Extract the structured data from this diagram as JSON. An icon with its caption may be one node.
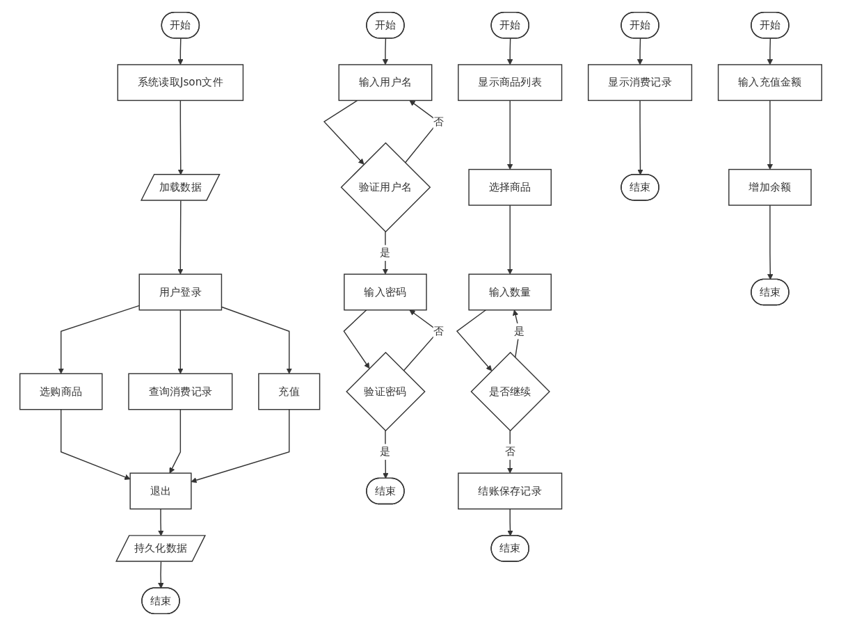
{
  "diagram": {
    "nodes": [
      {
        "text": [
          "开始"
        ]
      },
      {
        "text": [
          "系统读取Json文件"
        ]
      },
      {
        "text": [
          "加载数据"
        ]
      },
      {
        "text": [
          "用户登录"
        ]
      },
      {
        "text": [
          "选购商品"
        ]
      },
      {
        "text": [
          "查询消费记录"
        ]
      },
      {
        "text": [
          "充值"
        ]
      },
      {
        "text": [
          "退出"
        ]
      },
      {
        "text": [
          "持久化数据"
        ]
      },
      {
        "text": [
          "结束"
        ]
      },
      {
        "text": [
          "开始"
        ]
      },
      {
        "text": [
          "输入用户名"
        ]
      },
      {
        "text": [
          "验证用户名"
        ]
      },
      {
        "text": [
          "输入密码"
        ]
      },
      {
        "text": [
          "验证密码"
        ]
      },
      {
        "text": [
          "结束"
        ]
      },
      {
        "text": [
          "开始"
        ]
      },
      {
        "text": [
          "显示商品列表"
        ]
      },
      {
        "text": [
          "选择商品"
        ]
      },
      {
        "text": [
          "输入数量"
        ]
      },
      {
        "text": [
          "是否继续"
        ]
      },
      {
        "text": [
          "结账保存记录"
        ]
      },
      {
        "text": [
          "结束"
        ]
      },
      {
        "text": [
          "开始"
        ]
      },
      {
        "text": [
          "显示消费记录"
        ]
      },
      {
        "text": [
          "结束"
        ]
      },
      {
        "text": [
          "开始"
        ]
      },
      {
        "text": [
          "输入充值金额"
        ]
      },
      {
        "text": [
          "增加余额"
        ]
      },
      {
        "text": [
          "结束"
        ]
      }
    ],
    "edges": [
      {
        "from": 0,
        "to": 1,
        "arrow": "to"
      },
      {
        "from": 1,
        "to": 2,
        "arrow": "to"
      },
      {
        "from": 2,
        "to": 3,
        "arrow": "to"
      },
      {
        "from": 3,
        "to": 4,
        "arrow": "to"
      },
      {
        "from": 3,
        "to": 5,
        "arrow": "to"
      },
      {
        "from": 3,
        "to": 6,
        "arrow": "to"
      },
      {
        "from": 4,
        "to": 7,
        "arrow": "to"
      },
      {
        "from": 5,
        "to": 7,
        "arrow": "to"
      },
      {
        "from": 6,
        "to": 7,
        "arrow": "to"
      },
      {
        "from": 7,
        "to": 8,
        "arrow": "to"
      },
      {
        "from": 8,
        "to": 9,
        "arrow": "to"
      },
      {
        "from": 10,
        "to": 11,
        "arrow": "to"
      },
      {
        "from": 11,
        "to": 12,
        "arrow": "to"
      },
      {
        "from": 12,
        "to": 11,
        "arrow": "to",
        "label": "否"
      },
      {
        "from": 12,
        "to": 13,
        "arrow": "to",
        "label": "是"
      },
      {
        "from": 13,
        "to": 14,
        "arrow": "to"
      },
      {
        "from": 14,
        "to": 13,
        "arrow": "to",
        "label": "否"
      },
      {
        "from": 14,
        "to": 15,
        "arrow": "to",
        "label": "是"
      },
      {
        "from": 16,
        "to": 17,
        "arrow": "to"
      },
      {
        "from": 17,
        "to": 18,
        "arrow": "to"
      },
      {
        "from": 18,
        "to": 19,
        "arrow": "to"
      },
      {
        "from": 19,
        "to": 20,
        "arrow": "to"
      },
      {
        "from": 20,
        "to": 19,
        "arrow": "to",
        "label": "是"
      },
      {
        "from": 20,
        "to": 21,
        "arrow": "to",
        "label": "否"
      },
      {
        "from": 21,
        "to": 22,
        "arrow": "to"
      },
      {
        "from": 23,
        "to": 24,
        "arrow": "to"
      },
      {
        "from": 24,
        "to": 25,
        "arrow": "to"
      },
      {
        "from": 26,
        "to": 27,
        "arrow": "to"
      },
      {
        "from": 27,
        "to": 28,
        "arrow": "to"
      },
      {
        "from": 28,
        "to": 29,
        "arrow": "to"
      }
    ]
  }
}
